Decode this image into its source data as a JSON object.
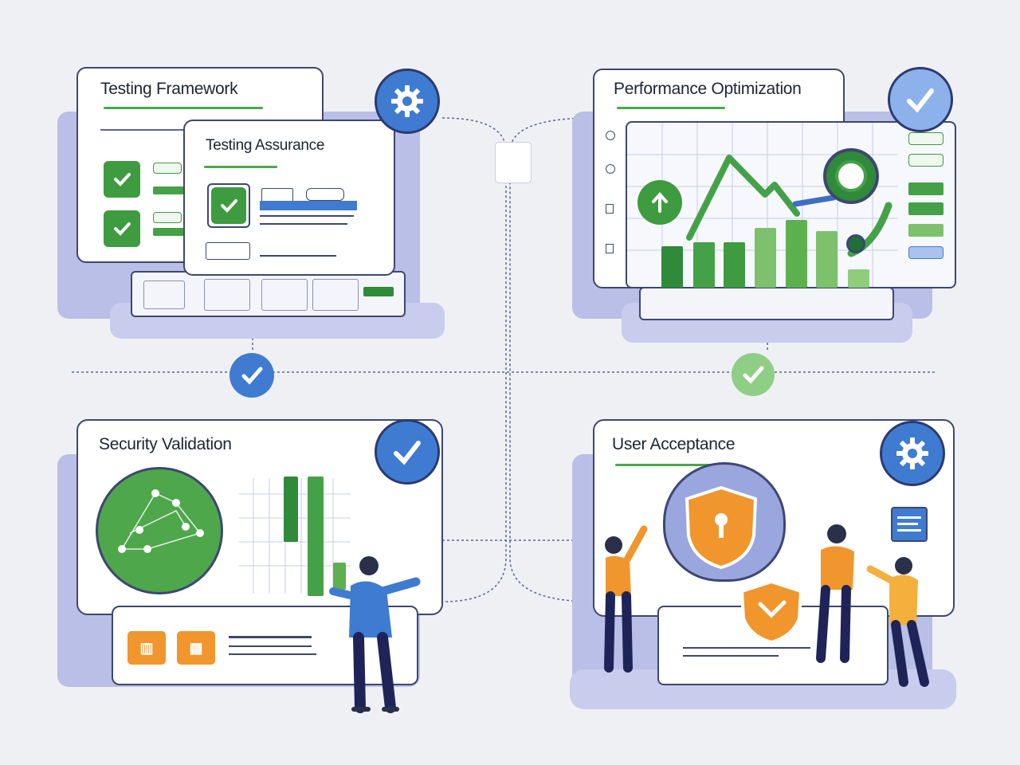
{
  "panels": {
    "testing_framework": {
      "title": "Testing Framework"
    },
    "testing_assurance": {
      "title": "Testing Assurance"
    },
    "performance_optimization": {
      "title": "Performance Optimization"
    },
    "security_validation": {
      "title": "Security Validation"
    },
    "user_acceptance": {
      "title": "User Acceptance"
    }
  },
  "icons": {
    "tf_badge": "gear-icon",
    "po_badge": "check-icon",
    "sv_badge": "check-icon",
    "ua_badge": "gear-icon",
    "ua_shield": "lock-shield-icon",
    "ua_shield_small": "check-shield-icon"
  },
  "colors": {
    "accent_green": "#45a147",
    "accent_blue": "#3f7bd0",
    "accent_orange": "#f0962d",
    "outline": "#3d4770",
    "shadow": "#b9bfe6"
  }
}
